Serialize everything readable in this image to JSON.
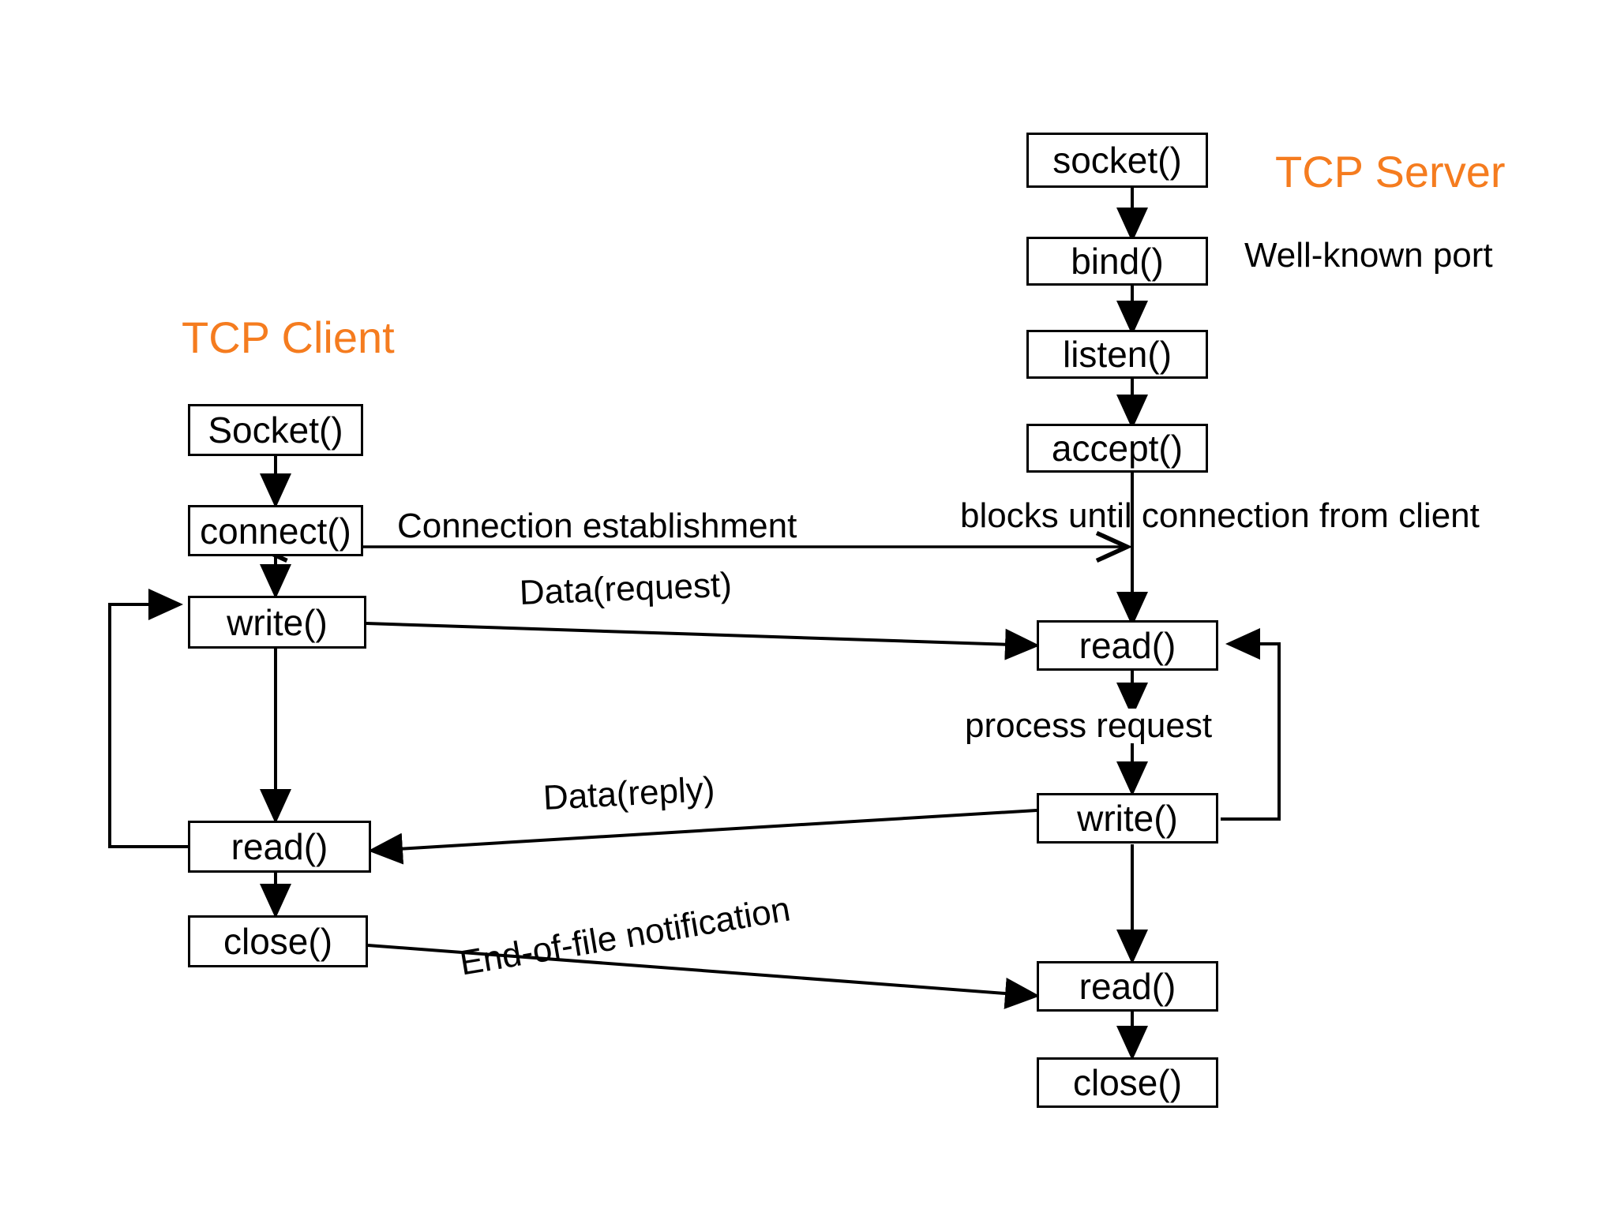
{
  "diagram": {
    "title": "TCP Client-Server Socket Call Sequence",
    "background_color": "#ffffff",
    "line_color": "#000000",
    "accent_color": "#F57C1F",
    "roles": {
      "client_label": "TCP Client",
      "server_label": "TCP Server"
    },
    "client": {
      "nodes": [
        {
          "id": "c-socket",
          "label": "Socket()"
        },
        {
          "id": "c-connect",
          "label": "connect()"
        },
        {
          "id": "c-write",
          "label": "write()"
        },
        {
          "id": "c-read",
          "label": "read()"
        },
        {
          "id": "c-close",
          "label": "close()"
        }
      ]
    },
    "server": {
      "nodes": [
        {
          "id": "s-socket",
          "label": "socket()"
        },
        {
          "id": "s-bind",
          "label": "bind()"
        },
        {
          "id": "s-listen",
          "label": "listen()"
        },
        {
          "id": "s-accept",
          "label": "accept()"
        },
        {
          "id": "s-read",
          "label": "read()"
        },
        {
          "id": "s-write",
          "label": "write()"
        },
        {
          "id": "s-read2",
          "label": "read()"
        },
        {
          "id": "s-close",
          "label": "close()"
        }
      ]
    },
    "annotations": {
      "well_known_port": "Well-known port",
      "blocks_until": "blocks until connection from client",
      "connection_establishment": "Connection establishment",
      "data_request": "Data(request)",
      "process_request": "process request",
      "data_reply": "Data(reply)",
      "eof_notification": "End-of-file notification"
    }
  }
}
